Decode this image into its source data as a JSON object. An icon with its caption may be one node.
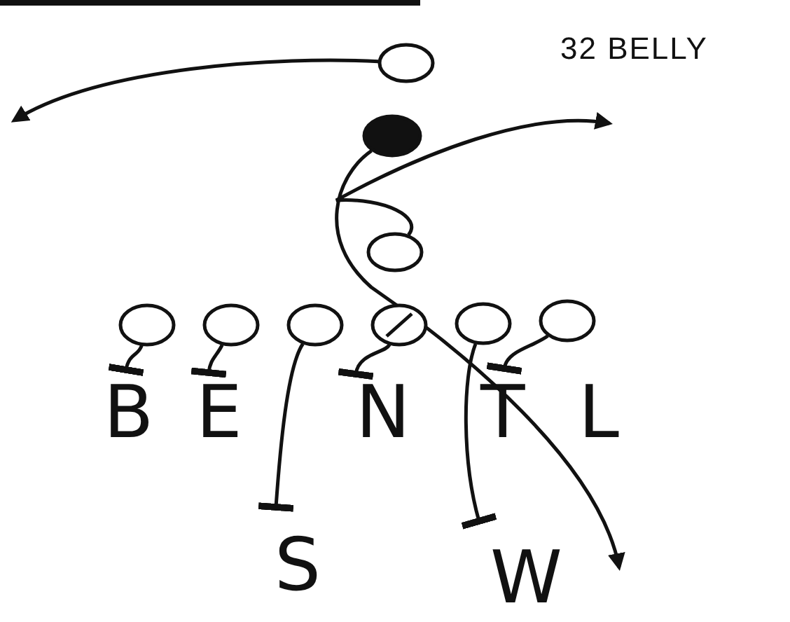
{
  "diagram": {
    "title": "32 BELLY",
    "nodes": [
      {
        "text": [],
        "shape": "circle"
      },
      {
        "text": [],
        "shape": "circle"
      },
      {
        "text": [],
        "shape": "circle"
      },
      {
        "text": [],
        "shape": "circle"
      },
      {
        "text": [],
        "shape": "circle"
      },
      {
        "text": [],
        "shape": "circle"
      },
      {
        "text": [],
        "shape": "circle"
      },
      {
        "text": [],
        "shape": "circle"
      },
      {
        "text": [],
        "shape": "circle"
      },
      {
        "text": [
          "B"
        ]
      },
      {
        "text": [
          "E"
        ]
      },
      {
        "text": [
          "N"
        ]
      },
      {
        "text": [
          "T"
        ]
      },
      {
        "text": [
          "L"
        ]
      },
      {
        "text": [
          "S"
        ]
      },
      {
        "text": [
          "W"
        ]
      }
    ],
    "edges": [
      {
        "from": 0,
        "to": null,
        "arrow": "to"
      },
      {
        "from": 2,
        "to": null,
        "arrow": "to"
      },
      {
        "from": 1,
        "to": null,
        "arrow": "to"
      },
      {
        "from": 3,
        "to": 9,
        "arrow": "other"
      },
      {
        "from": 4,
        "to": 10,
        "arrow": "other"
      },
      {
        "from": 5,
        "to": 14,
        "arrow": "other"
      },
      {
        "from": 6,
        "to": 11,
        "arrow": "other"
      },
      {
        "from": 7,
        "to": 15,
        "arrow": "other"
      },
      {
        "from": 8,
        "to": 12,
        "arrow": "other"
      }
    ]
  }
}
